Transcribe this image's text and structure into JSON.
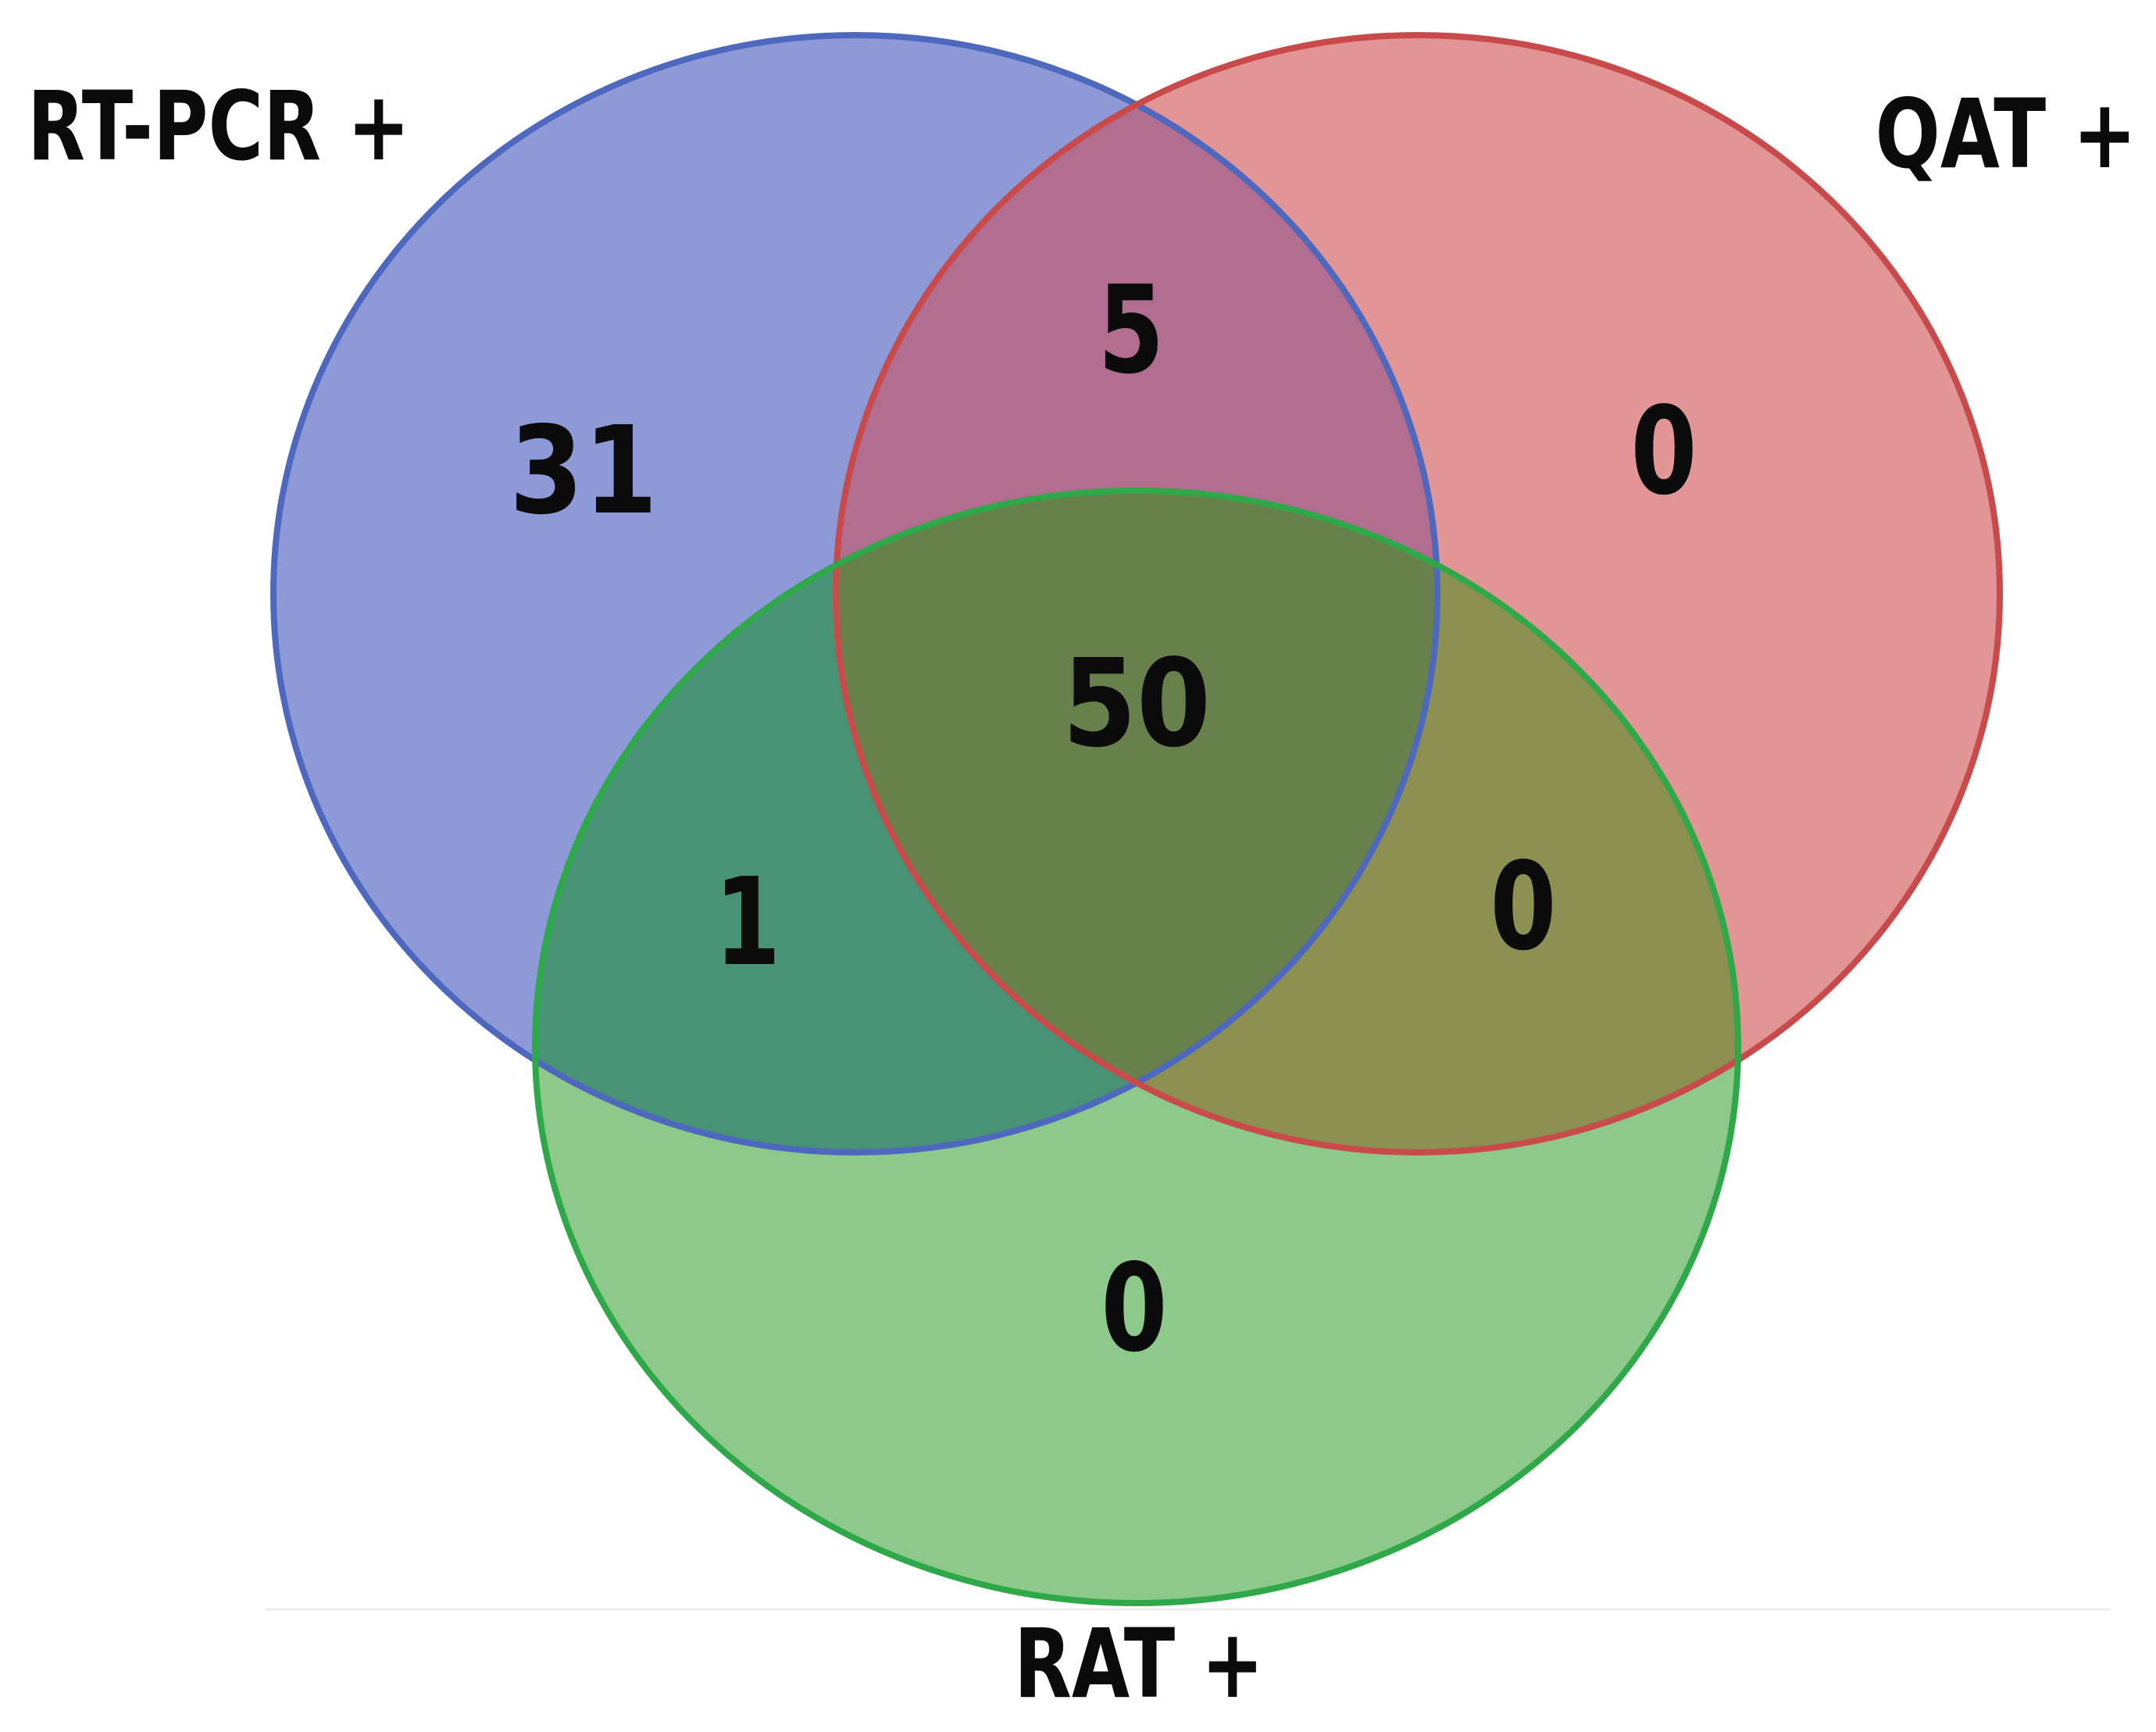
{
  "figure": {
    "background": "#ffffff",
    "sets": [
      {
        "id": "rt_pcr",
        "label": "RT-PCR +",
        "fill": "#8E9AD8",
        "stroke": "#4E68BD"
      },
      {
        "id": "qat",
        "label": "QAT +",
        "fill": "#E29595",
        "stroke": "#C94A4A"
      },
      {
        "id": "rat",
        "label": "RAT +",
        "fill": "#8CC98B",
        "stroke": "#2FA84A"
      }
    ],
    "overlaps": {
      "rt_pcr_qat": {
        "fill": "#B16E90"
      },
      "rt_pcr_rat": {
        "fill": "#489376"
      },
      "qat_rat": {
        "fill": "#8C9050"
      },
      "all_three": {
        "fill": "#68804C"
      }
    },
    "counts": {
      "rt_pcr_only": "31",
      "qat_only": "0",
      "rat_only": "0",
      "rt_pcr_qat": "5",
      "rt_pcr_rat": "1",
      "qat_rat": "0",
      "all_three": "50"
    }
  },
  "chart_data": {
    "type": "venn",
    "sets": [
      "RT-PCR +",
      "QAT +",
      "RAT +"
    ],
    "regions": {
      "RT-PCR only": 31,
      "QAT only": 0,
      "RAT only": 0,
      "RT-PCR and QAT": 5,
      "RT-PCR and RAT": 1,
      "QAT and RAT": 0,
      "RT-PCR and QAT and RAT": 50
    },
    "legend_position": "outside-labels",
    "grid": false
  }
}
